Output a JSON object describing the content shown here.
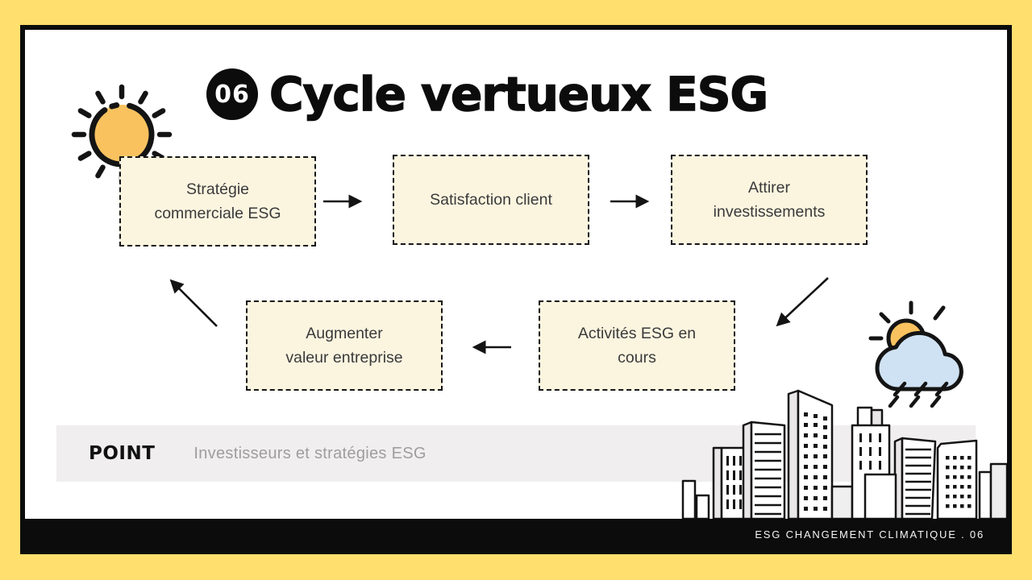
{
  "header": {
    "badge": "06",
    "title": "Cycle vertueux ESG"
  },
  "cycle": {
    "boxes": [
      {
        "name": "strategie-commerciale-esg",
        "line1": "Stratégie",
        "line2": "commerciale ESG"
      },
      {
        "name": "satisfaction-client",
        "line1": "Satisfaction client",
        "line2": ""
      },
      {
        "name": "attirer-investissements",
        "line1": "Attirer",
        "line2": "investissements"
      },
      {
        "name": "activites-esg-en-cours",
        "line1": "Activités ESG en",
        "line2": "cours"
      },
      {
        "name": "augmenter-valeur-entreprise",
        "line1": "Augmenter",
        "line2": "valeur entreprise"
      }
    ]
  },
  "point": {
    "label": "POINT",
    "text": "Investisseurs et stratégies ESG"
  },
  "footer": {
    "text": "ESG CHANGEMENT CLIMATIQUE . 06"
  },
  "icons": {
    "sun": "sun-icon",
    "weather": "sun-cloud-rain-icon",
    "skyline": "city-skyline-illustration"
  },
  "colors": {
    "frame": "#FFDF6E",
    "ink": "#0C0C0C",
    "box_fill": "#FBF5E0",
    "bar_fill": "#F0EEEE",
    "sun": "#F9C25F",
    "cloud": "#CFE2F3",
    "text_muted": "#9E9E9E",
    "box_text": "#3A3A3A"
  }
}
